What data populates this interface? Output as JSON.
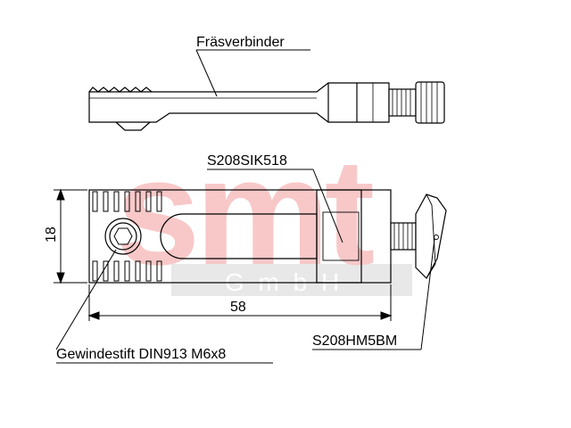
{
  "labels": {
    "fraesverbinder": "Fräsverbinder",
    "sik": "S208SIK518",
    "hm": "S208HM5BM",
    "gewindestift": "Gewindestift DIN913 M6x8"
  },
  "dimensions": {
    "height": "18",
    "length": "58"
  },
  "watermark": {
    "logo": "smt",
    "company": "G m b H",
    "logo_color": "#f8c8c8",
    "band_color": "#e8e8e8"
  }
}
